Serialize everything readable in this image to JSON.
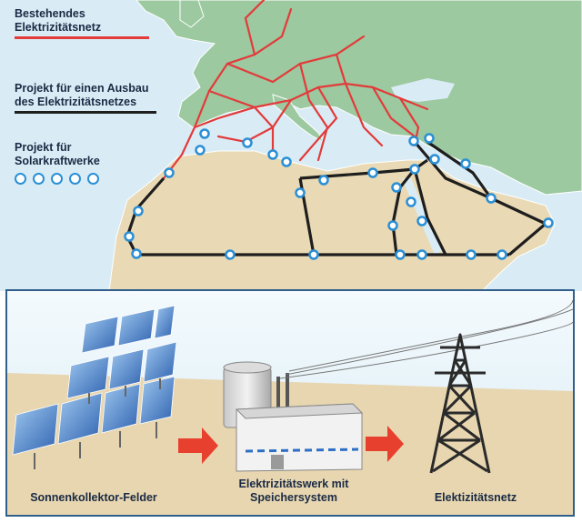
{
  "legend": {
    "existing_grid": {
      "line1": "Bestehendes",
      "line2": "Elektrizitätsnetz",
      "color": "#e33a3a"
    },
    "expansion_project": {
      "line1": "Projekt für einen Ausbau",
      "line2": "des Elektrizitätsnetzes",
      "color": "#1e1e1e"
    },
    "solar_project": {
      "line1": "Projekt für",
      "line2": "Solarkraftwerke",
      "color": "#2a8fd6"
    }
  },
  "captions": {
    "collector_fields": "Sonnenkollektor-Felder",
    "plant_line1": "Elektrizitätswerk mit",
    "plant_line2": "Speichersystem",
    "grid": "Elektizitätsnetz"
  },
  "colors": {
    "sea": "#d9ecf5",
    "europe_land": "#9cc9a0",
    "africa_land": "#e9d9b4",
    "red_grid": "#e33a3a",
    "new_grid": "#1e1e1e",
    "solar_dot": "#2a8fd6",
    "arrow": "#e8402f"
  },
  "icons": [
    "solar-panel-icon",
    "power-plant-icon",
    "arrow-right-icon",
    "pylon-icon"
  ]
}
